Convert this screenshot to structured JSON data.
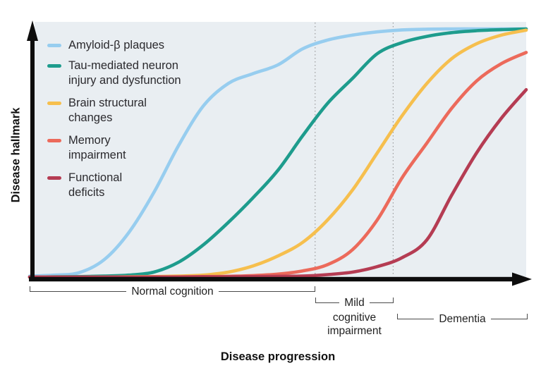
{
  "figure": {
    "y_axis_label": "Disease hallmark",
    "x_axis_label": "Disease progression"
  },
  "legend": {
    "items": [
      {
        "id": "amyloid",
        "lines": [
          "Amyloid-β plaques",
          ""
        ],
        "color": "#97cdef"
      },
      {
        "id": "tau",
        "lines": [
          "Tau-mediated neuron",
          "injury and dysfunction"
        ],
        "color": "#1e9c8d"
      },
      {
        "id": "brain",
        "lines": [
          "Brain structural",
          "changes"
        ],
        "color": "#f6bf4e"
      },
      {
        "id": "memory",
        "lines": [
          "Memory",
          "impairment"
        ],
        "color": "#ec6a5b"
      },
      {
        "id": "functional",
        "lines": [
          "Functional",
          "deficits"
        ],
        "color": "#b53c53"
      }
    ]
  },
  "stages": [
    {
      "label": "Normal cognition",
      "lines": [
        "Normal cognition"
      ],
      "range": [
        0,
        57.5
      ]
    },
    {
      "label": "Mild cognitive impairment",
      "lines": [
        "Mild",
        "cognitive",
        "impairment"
      ],
      "range": [
        57.5,
        73.2
      ]
    },
    {
      "label": "Dementia",
      "lines": [
        "Dementia"
      ],
      "range": [
        74,
        100.3
      ]
    }
  ],
  "chart_data": {
    "type": "line",
    "title": "",
    "xlabel": "Disease progression",
    "ylabel": "Disease hallmark",
    "x_axis_scale": "conceptual 0–100 (no tick labels shown)",
    "y_axis_scale": "conceptual 0–1 hallmark severity (no tick labels shown)",
    "grid": false,
    "legend_position": "top-left",
    "plot_bg": "#e9eef2",
    "stage_boundaries_x": [
      57.5,
      73.2
    ],
    "x": [
      0,
      5,
      10,
      15,
      20,
      25,
      30,
      35,
      40,
      45,
      50,
      55,
      60,
      65,
      70,
      75,
      80,
      85,
      90,
      95,
      100
    ],
    "series": [
      {
        "name": "Amyloid-β plaques",
        "color": "#97cdef",
        "values": [
          0.004,
          0.008,
          0.018,
          0.07,
          0.18,
          0.34,
          0.53,
          0.69,
          0.78,
          0.82,
          0.855,
          0.92,
          0.955,
          0.975,
          0.988,
          0.996,
          0.999,
          1,
          1,
          1,
          1
        ]
      },
      {
        "name": "Tau-mediated neuron injury and dysfunction",
        "color": "#1e9c8d",
        "values": [
          0,
          0.001,
          0.002,
          0.004,
          0.008,
          0.02,
          0.06,
          0.13,
          0.22,
          0.32,
          0.43,
          0.57,
          0.7,
          0.8,
          0.9,
          0.945,
          0.97,
          0.985,
          0.993,
          0.997,
          1
        ]
      },
      {
        "name": "Brain structural changes",
        "color": "#f6bf4e",
        "values": [
          0,
          0,
          0,
          0,
          0.001,
          0.002,
          0.004,
          0.008,
          0.02,
          0.045,
          0.085,
          0.14,
          0.23,
          0.35,
          0.5,
          0.65,
          0.78,
          0.88,
          0.94,
          0.975,
          0.995
        ]
      },
      {
        "name": "Memory impairment",
        "color": "#ec6a5b",
        "values": [
          0,
          0,
          0,
          0,
          0,
          0.001,
          0.001,
          0.002,
          0.003,
          0.006,
          0.012,
          0.025,
          0.05,
          0.11,
          0.23,
          0.4,
          0.54,
          0.68,
          0.79,
          0.86,
          0.905
        ]
      },
      {
        "name": "Functional deficits",
        "color": "#b53c53",
        "values": [
          0,
          0,
          0,
          0,
          0,
          0,
          0,
          0.001,
          0.001,
          0.002,
          0.003,
          0.004,
          0.01,
          0.02,
          0.042,
          0.078,
          0.15,
          0.33,
          0.5,
          0.64,
          0.755
        ]
      }
    ]
  }
}
